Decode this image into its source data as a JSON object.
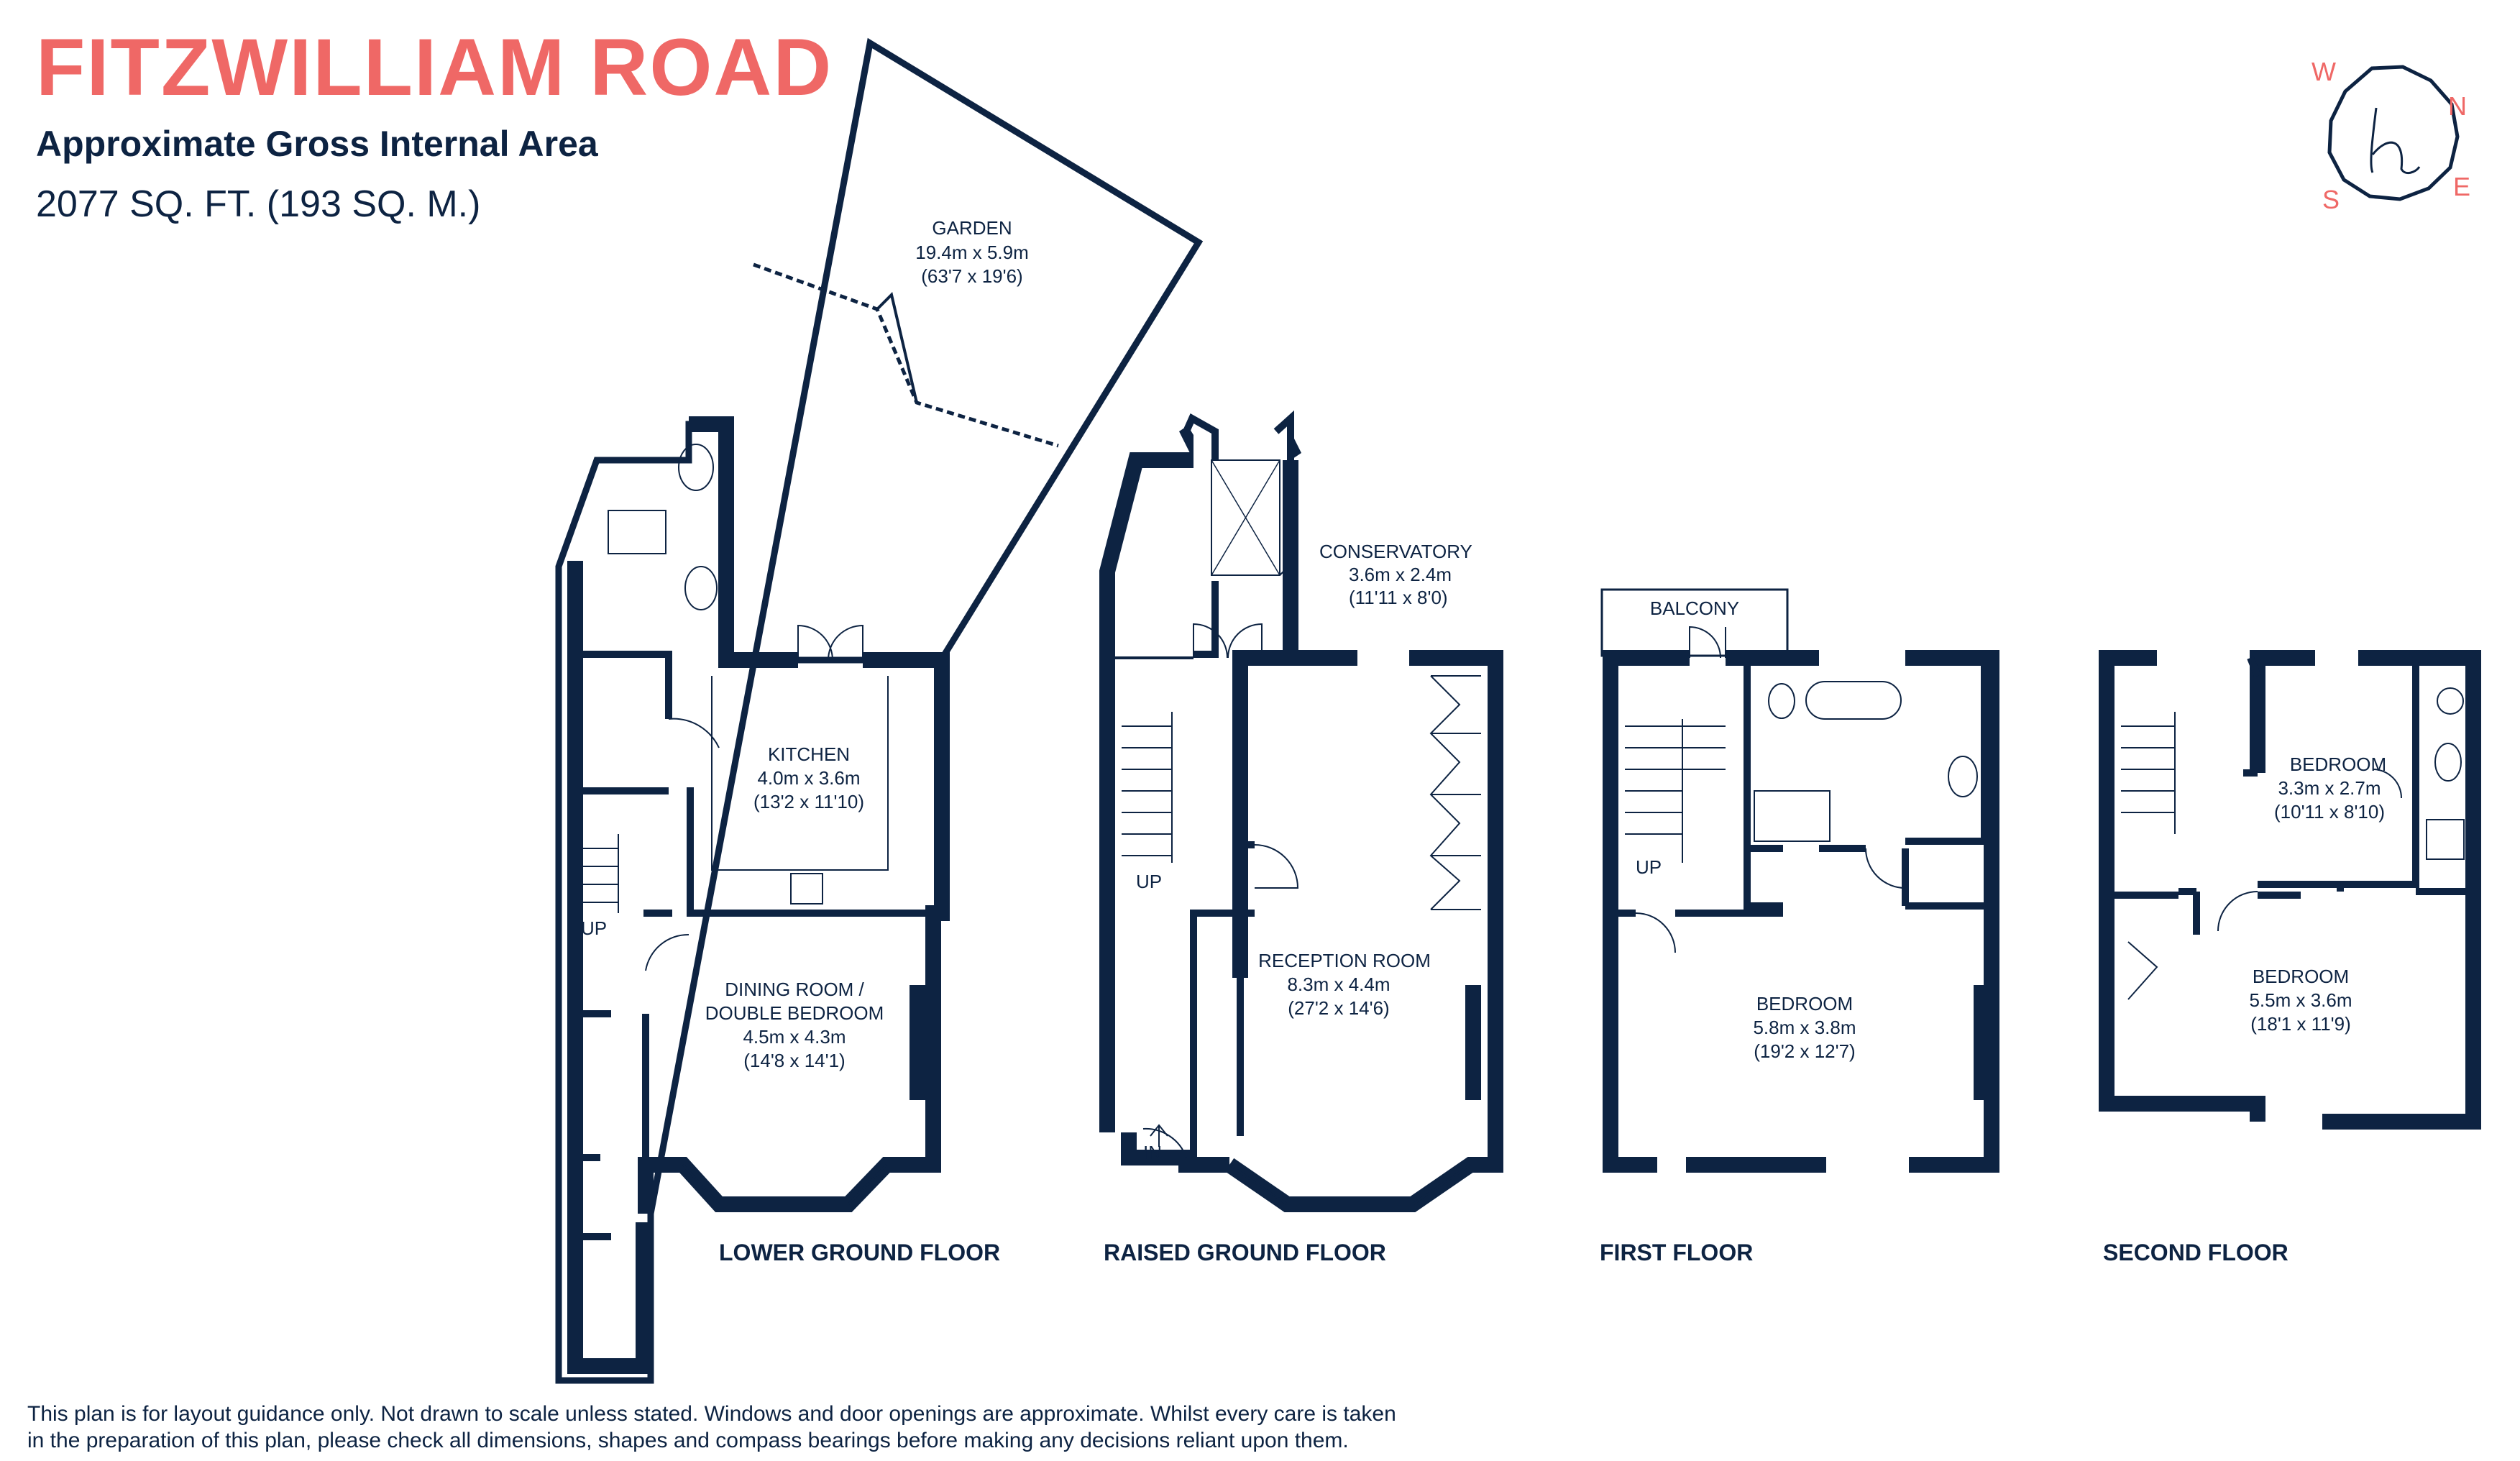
{
  "header": {
    "title": "FITZWILLIAM ROAD",
    "subtitle": "Approximate Gross Internal Area",
    "area": "2077 SQ. FT. (193 SQ. M.)"
  },
  "compass": {
    "n": "N",
    "e": "E",
    "s": "S",
    "w": "W",
    "logo": "h"
  },
  "floors": {
    "lower_ground": "LOWER GROUND FLOOR",
    "raised_ground": "RAISED GROUND FLOOR",
    "first": "FIRST FLOOR",
    "second": "SECOND FLOOR"
  },
  "rooms": {
    "garden": {
      "name": "GARDEN",
      "metric": "19.4m x 5.9m",
      "imperial": "(63'7 x 19'6)"
    },
    "kitchen": {
      "name": "KITCHEN",
      "metric": "4.0m x 3.6m",
      "imperial": "(13'2 x 11'10)"
    },
    "dining": {
      "name": "DINING ROOM /",
      "name2": "DOUBLE BEDROOM",
      "metric": "4.5m x 4.3m",
      "imperial": "(14'8 x 14'1)"
    },
    "conservatory": {
      "name": "CONSERVATORY",
      "metric": "3.6m x 2.4m",
      "imperial": "(11'11 x 8'0)"
    },
    "reception": {
      "name": "RECEPTION ROOM",
      "metric": "8.3m x 4.4m",
      "imperial": "(27'2 x 14'6)"
    },
    "balcony": {
      "name": "BALCONY"
    },
    "bedroom_first": {
      "name": "BEDROOM",
      "metric": "5.8m x 3.8m",
      "imperial": "(19'2 x 12'7)"
    },
    "bedroom_second_small": {
      "name": "BEDROOM",
      "metric": "3.3m x 2.7m",
      "imperial": "(10'11 x 8'10)"
    },
    "bedroom_second_large": {
      "name": "BEDROOM",
      "metric": "5.5m x 3.6m",
      "imperial": "(18'1 x 11'9)"
    }
  },
  "markers": {
    "up": "UP",
    "in": "IN"
  },
  "footer": {
    "line1": "This plan is for layout guidance only. Not drawn to scale unless stated. Windows and door openings are approximate. Whilst every care is taken",
    "line2": "in the preparation of this plan, please check all dimensions, shapes and compass bearings before making any decisions reliant upon them."
  },
  "colors": {
    "accent": "#ef6866",
    "wall": "#0d2342",
    "background": "#ffffff"
  }
}
